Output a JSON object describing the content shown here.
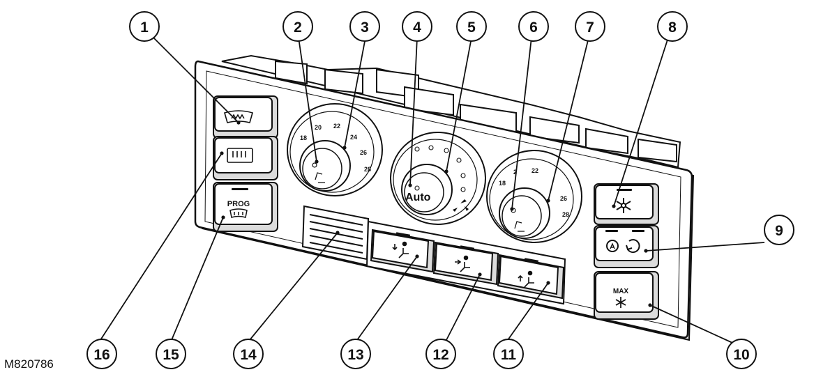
{
  "figure_ref": "M820786",
  "callouts": [
    "1",
    "2",
    "3",
    "4",
    "5",
    "6",
    "7",
    "8",
    "9",
    "10",
    "11",
    "12",
    "13",
    "14",
    "15",
    "16"
  ],
  "left_temp_scale": [
    "18",
    "20",
    "22",
    "24",
    "26",
    "28"
  ],
  "right_temp_scale": [
    "18",
    "2",
    "22",
    "26",
    "28"
  ],
  "center_knob_label": "Auto",
  "prog_button_label": "PROG",
  "max_button_label": "MAX",
  "colors": {
    "line": "#111111",
    "face": "#ffffff",
    "shadow": "#dcdcdc"
  },
  "icons": {
    "button_1": "windscreen-heater-icon",
    "button_16": "rear-window-heater-icon",
    "button_8": "ac-snowflake-icon",
    "button_9": "recirculation-icon",
    "button_13": "footwell-airflow-icon",
    "button_12": "face-airflow-icon",
    "button_11": "windscreen-airflow-icon"
  }
}
